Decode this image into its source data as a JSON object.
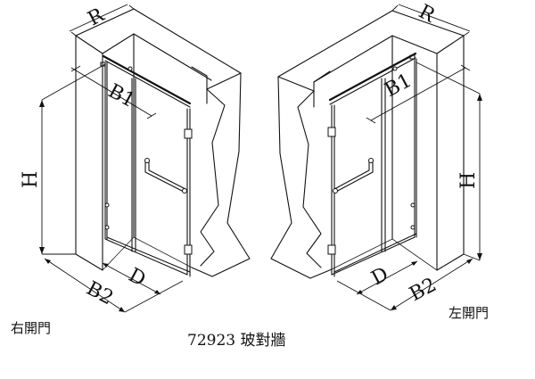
{
  "left_view": {
    "caption": "右開門",
    "dims": {
      "r": "R",
      "b1": "B1",
      "h": "H",
      "d": "D",
      "b2": "B2"
    }
  },
  "right_view": {
    "caption": "左開門",
    "dims": {
      "r": "R",
      "b1": "B1",
      "h": "H",
      "d": "D",
      "b2": "B2"
    }
  },
  "title": "72923 玻對牆"
}
